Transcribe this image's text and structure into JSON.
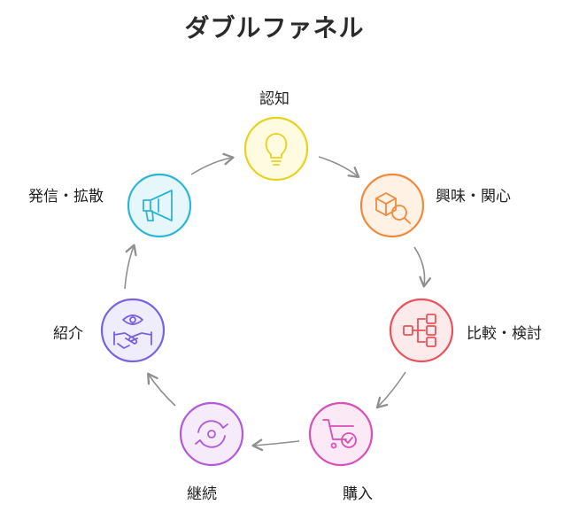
{
  "title": "ダブルファネル",
  "stages": [
    {
      "label": "認知",
      "icon": "lightbulb-icon",
      "color": "#e9d11f",
      "fill": "#fffbe0"
    },
    {
      "label": "興味・関心",
      "icon": "box-magnifier-icon",
      "color": "#f0893b",
      "fill": "#fff1e3"
    },
    {
      "label": "比較・検討",
      "icon": "compare-branch-icon",
      "color": "#e9525a",
      "fill": "#fdebec"
    },
    {
      "label": "購入",
      "icon": "cart-check-icon",
      "color": "#d94fb8",
      "fill": "#fbe9f6"
    },
    {
      "label": "継続",
      "icon": "cycle-icon",
      "color": "#b35ad9",
      "fill": "#f6ebfb"
    },
    {
      "label": "紹介",
      "icon": "eye-handshake-icon",
      "color": "#7a62dd",
      "fill": "#efecfc"
    },
    {
      "label": "発信・拡散",
      "icon": "megaphone-icon",
      "color": "#2bb5d6",
      "fill": "#e6f7fb"
    }
  ],
  "arrow_color": "#8f8f8f"
}
